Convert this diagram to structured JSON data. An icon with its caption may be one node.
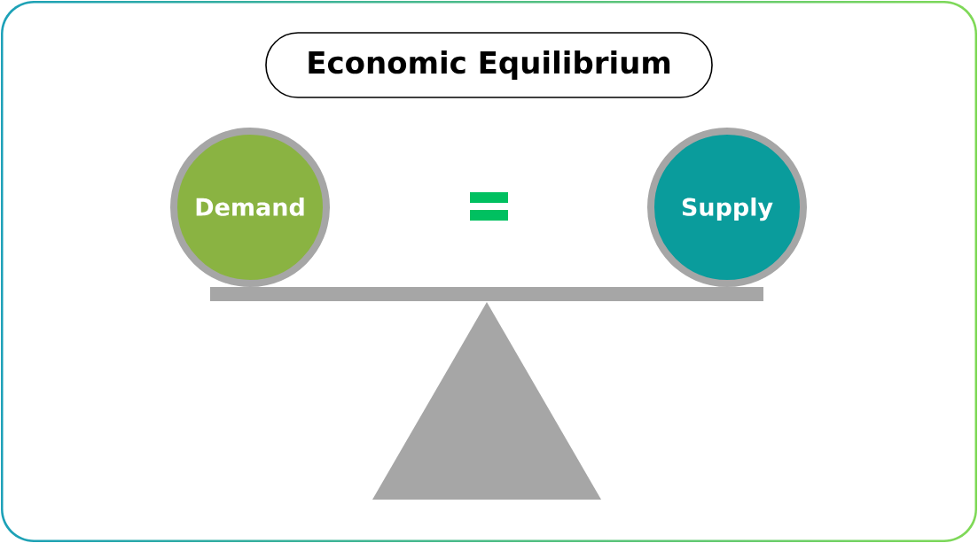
{
  "diagram": {
    "title": "Economic Equilibrium",
    "nodes": [
      {
        "text": [
          "Demand"
        ]
      },
      {
        "text": [
          "Supply"
        ]
      }
    ]
  }
}
